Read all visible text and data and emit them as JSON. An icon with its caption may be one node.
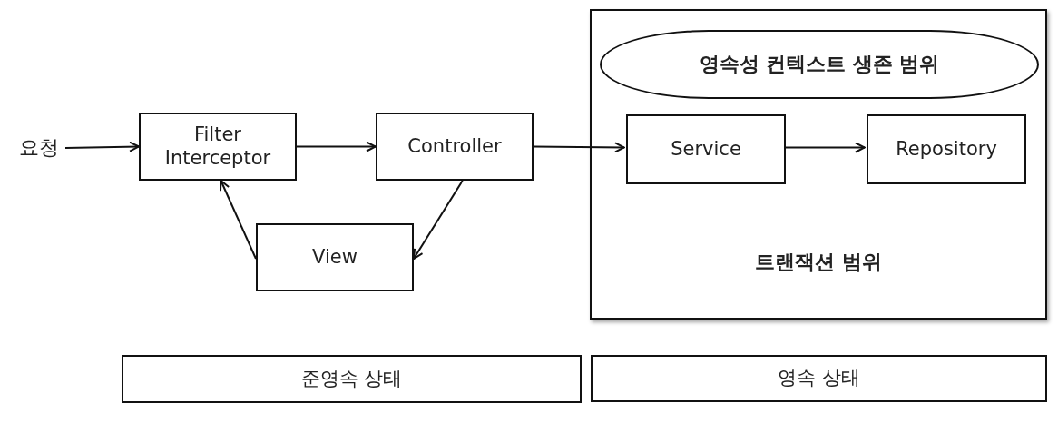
{
  "diagram": {
    "nodes": [
      {
        "text": [
          "요청"
        ]
      },
      {
        "text": [
          "Filter Interceptor"
        ]
      },
      {
        "text": [
          "Controller"
        ]
      },
      {
        "text": [
          "View"
        ]
      },
      {
        "text": [
          "트랜잭션 범위"
        ]
      },
      {
        "text": [
          "영속성 컨텍스트 생존 범위"
        ],
        "in": 4
      },
      {
        "text": [
          "Service"
        ],
        "in": 4
      },
      {
        "text": [
          "Repository"
        ],
        "in": 4
      },
      {
        "text": [
          "준영속 상태"
        ]
      },
      {
        "text": [
          "영속 상태"
        ]
      }
    ],
    "edges": [
      {
        "from": 0,
        "to": 1,
        "arrow": "to"
      },
      {
        "from": 1,
        "to": 2,
        "arrow": "to"
      },
      {
        "from": 2,
        "to": 6,
        "arrow": "to"
      },
      {
        "from": 6,
        "to": 7,
        "arrow": "to"
      },
      {
        "from": 2,
        "to": 3,
        "arrow": "to"
      },
      {
        "from": 3,
        "to": 1,
        "arrow": "to"
      }
    ]
  }
}
